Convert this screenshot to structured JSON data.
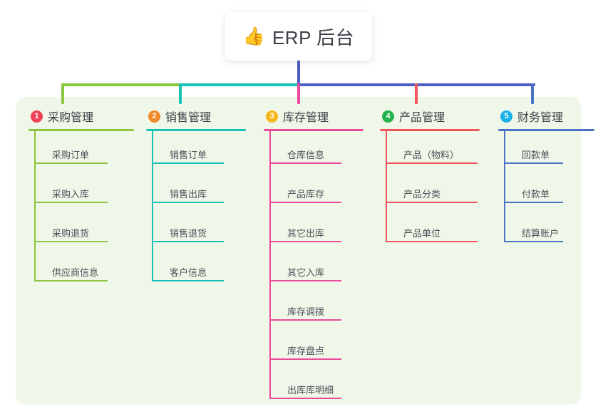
{
  "diagram": {
    "type": "org-tree",
    "root": {
      "icon": "thumbs-up-icon",
      "emoji": "👍",
      "label": "ERP 后台"
    },
    "panel_bg": "#eff7e9",
    "trunk_color": "#4c5cc5",
    "columns": [
      {
        "index": "1",
        "title": "采购管理",
        "badge_color": "#ef4056",
        "line_color": "#8cc63f",
        "items": [
          "采购订单",
          "采购入库",
          "采购退货",
          "供应商信息"
        ]
      },
      {
        "index": "2",
        "title": "销售管理",
        "badge_color": "#f08a26",
        "line_color": "#17c3b2",
        "items": [
          "销售订单",
          "销售出库",
          "销售退货",
          "客户信息"
        ]
      },
      {
        "index": "3",
        "title": "库存管理",
        "badge_color": "#f5b618",
        "line_color": "#ea4c9b",
        "items": [
          "仓库信息",
          "产品库存",
          "其它出库",
          "其它入库",
          "库存调拨",
          "库存盘点",
          "出库库明细"
        ]
      },
      {
        "index": "4",
        "title": "产品管理",
        "badge_color": "#24b24c",
        "line_color": "#f2545b",
        "items": [
          "产品（物料）",
          "产品分类",
          "产品单位"
        ]
      },
      {
        "index": "5",
        "title": "财务管理",
        "badge_color": "#1ab2e8",
        "line_color": "#4c72c5",
        "items": [
          "回款单",
          "付款单",
          "结算账户"
        ]
      }
    ]
  }
}
